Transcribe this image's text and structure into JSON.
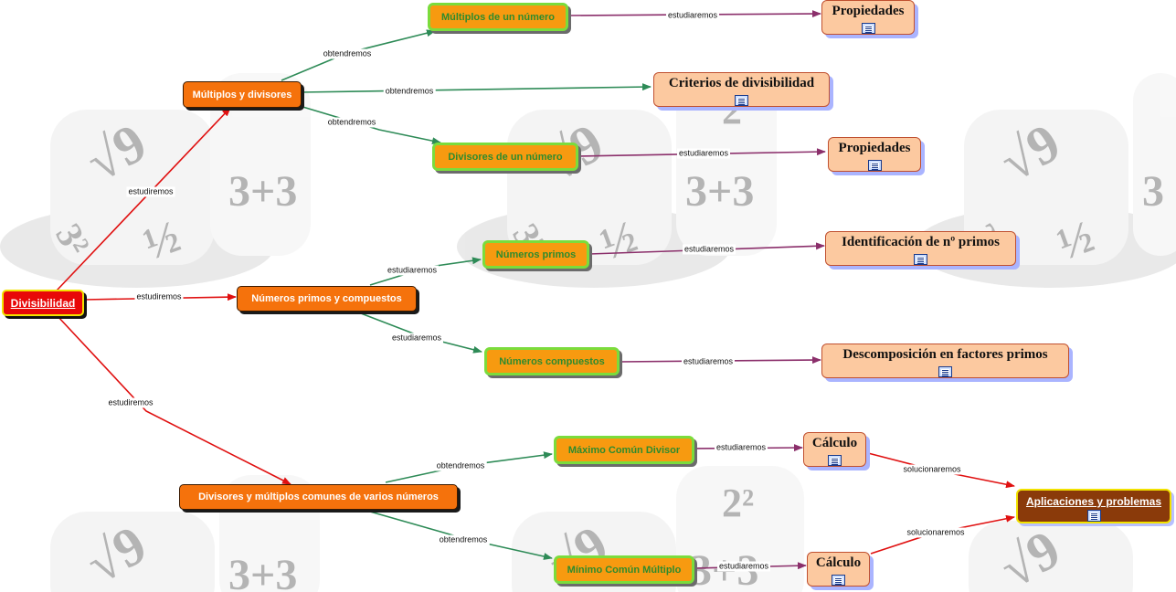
{
  "nodes": {
    "divisibilidad": "Divisibilidad",
    "multiplos_y_divisores": "Múltiplos y divisores",
    "multiplos_de_un_numero": "Múltiplos de un número",
    "divisores_de_un_numero": "Divisores de un número",
    "propiedades_1": "Propiedades",
    "criterios": "Criterios  de  divisibilidad",
    "propiedades_2": "Propiedades",
    "primos_y_compuestos": "Números primos y compuestos",
    "numeros_primos": "Números primos",
    "numeros_compuestos": "Números compuestos",
    "identificacion": "Identificación  de  nº  primos",
    "descomposicion": "Descomposición   en  factores  primos",
    "divisores_multiplos_comunes": "Divisores y múltiplos comunes de varios números",
    "maximo_comun_divisor": "Máximo Común Divisor",
    "minimo_comun_multiplo": "Mínimo Común Múltiplo",
    "calculo_1": "Cálculo",
    "calculo_2": "Cálculo",
    "aplicaciones": "Aplicaciones y problemas"
  },
  "link_labels": {
    "estudiremos": "estudiremos",
    "obtendremos": "obtendremos",
    "estudiaremos": "estudiaremos",
    "solucionaremos": "solucionaremos"
  },
  "icons": {
    "resource": "document-icon"
  },
  "colors": {
    "root": "#e80808",
    "topic": "#f5720c",
    "subtopic_border": "#7bdc3c",
    "leaf": "#fcc9a0",
    "red_link": "#e01010",
    "green_link": "#2e8b57",
    "purple_link": "#8b2f6b"
  }
}
